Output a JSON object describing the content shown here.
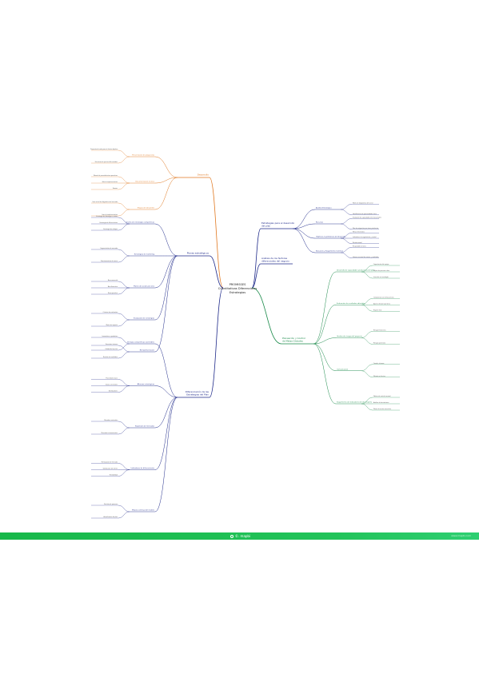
{
  "mindmap": {
    "center": {
      "lines": [
        "PROMISSES",
        "Cuantitativos Diferenciales",
        "Estrategias"
      ]
    },
    "branches": [
      {
        "id": "top-right-1",
        "side": "right",
        "color": "#1f2a8a",
        "label": [
          "Estrategias para el desarrollo",
          "del plan"
        ],
        "subs": [
          {
            "label": "Análisis Estratégico",
            "leaves": [
              {
                "label": "Matriz de diagnóstico del sector"
              },
              {
                "label": "Identificación de oportunidades clave"
              }
            ]
          },
          {
            "label": "Recursos",
            "leaves": [
              {
                "label": "Evaluación de capacidades internas actuales"
              },
              {
                "label": "Plan de asignación por áreas prioritarias"
              }
            ]
          },
          {
            "label": "Objetivos Cuantitativos de Desarrollo",
            "leaves": [
              {
                "label": "Metas trimestrales"
              },
              {
                "label": "Indicadores de seguimiento y control"
              },
              {
                "label": "Revisión anual"
              }
            ]
          },
          {
            "label": "Ejecución y Seguimiento Continuo",
            "leaves": [
              {
                "label": "Responsable de área"
              },
              {
                "label": "Informe mensual de avance y resultados"
              }
            ]
          }
        ]
      },
      {
        "id": "mid-right",
        "side": "right",
        "color": "#1f2a8a",
        "label": [
          "Análisis de los factores",
          "diferenciales del negocio"
        ],
        "subs": []
      },
      {
        "id": "green-right",
        "side": "right",
        "color": "#1a8a4a",
        "label": [
          "Planeación y Control",
          "de Metas Globales"
        ],
        "subs": [
          {
            "label": "Desarrollo de capacidades productivas del plan",
            "leaves": [
              {
                "label": "Capacitación del equipo"
              },
              {
                "label": "Mejora de procesos clave"
              },
              {
                "label": "Inversión en tecnología"
              }
            ]
          },
          {
            "label": "Evaluación de resultados obtenidos",
            "leaves": [
              {
                "label": "Comparativo con metas previas"
              },
              {
                "label": "Ajustes del plan operativo"
              },
              {
                "label": "Reporte final"
              }
            ]
          },
          {
            "label": "Gestión de riesgos del proyecto",
            "leaves": [
              {
                "label": "Riesgos financieros"
              },
              {
                "label": "Riesgos operativos"
              }
            ]
          },
          {
            "label": "Comunicación",
            "leaves": [
              {
                "label": "Canales internos"
              },
              {
                "label": "Difusión a clientes"
              }
            ]
          },
          {
            "label": "Seguimiento de indicadores del desempeño",
            "leaves": [
              {
                "label": "Tablero de control mensual"
              },
              {
                "label": "Análisis de desviaciones"
              },
              {
                "label": "Planes de acción correctiva"
              }
            ]
          }
        ]
      },
      {
        "id": "orange-left",
        "side": "left",
        "color": "#e07820",
        "label": [
          "Desarrollo"
        ],
        "subs": [
          {
            "label": "Presentación de propuestas",
            "leaves": [
              {
                "label": "Propuesta de valor para el cliente objetivo"
              },
              {
                "label": "Estructura de precios diferenciados"
              }
            ]
          },
          {
            "label": "Documentación técnica",
            "leaves": [
              {
                "label": "Manual de procedimientos operativos"
              },
              {
                "label": "Guía de implementación"
              },
              {
                "label": "Anexos"
              }
            ]
          },
          {
            "label": "Etapas del desarrollo",
            "leaves": [
              {
                "label": "Fase inicial de diagnóstico del mercado"
              },
              {
                "label": "Fase de implementación"
              }
            ]
          }
        ]
      },
      {
        "id": "navy-left",
        "side": "left",
        "color": "#1f2a8a",
        "label": [
          "Planes estratégicos"
        ],
        "subs": [
          {
            "label": "Diseño de estrategias competitivas",
            "leaves": [
              {
                "label": "Estrategia de liderazgo en costos"
              },
              {
                "label": "Estrategia de diferenciación"
              },
              {
                "label": "Estrategia de enfoque"
              }
            ]
          },
          {
            "label": "Estrategias de marketing",
            "leaves": [
              {
                "label": "Segmentación de mercado"
              },
              {
                "label": "Posicionamiento de marca"
              }
            ]
          },
          {
            "label": "Planes de acción por área",
            "leaves": [
              {
                "label": "Área comercial"
              },
              {
                "label": "Área financiera"
              },
              {
                "label": "Área operativa"
              }
            ]
          },
          {
            "label": "Evaluación de estrategias",
            "leaves": [
              {
                "label": "Criterios de evaluación"
              },
              {
                "label": "Matriz de impacto"
              }
            ]
          },
          {
            "label": "Retroalimentación",
            "leaves": [
              {
                "label": "Encuestas internas"
              },
              {
                "label": "Revisión de resultados"
              }
            ]
          }
        ]
      },
      {
        "id": "navy-left-2",
        "side": "left",
        "color": "#1f2a8a",
        "label": [
          "Diferenciación de las",
          "Estrategias del Plan"
        ],
        "subs": [
          {
            "label": "Ventajas competitivas sostenibles",
            "leaves": [
              {
                "label": "Innovación en productos"
              },
              {
                "label": "Calidad del servicio"
              }
            ]
          },
          {
            "label": "Alianzas estratégicas",
            "leaves": [
              {
                "label": "Proveedores clave"
              },
              {
                "label": "Socios comerciales"
              },
              {
                "label": "Distribuidores"
              }
            ]
          },
          {
            "label": "Expansión de mercados",
            "leaves": [
              {
                "label": "Mercados nacionales"
              },
              {
                "label": "Mercados internacionales"
              }
            ]
          },
          {
            "label": "Indicadores de diferenciación",
            "leaves": [
              {
                "label": "Participación de mercado"
              },
              {
                "label": "Satisfacción del cliente"
              },
              {
                "label": "Rentabilidad"
              }
            ]
          },
          {
            "label": "Mejora continua del modelo",
            "leaves": [
              {
                "label": "Revisión de procesos"
              },
              {
                "label": "Actualización del plan"
              }
            ]
          }
        ]
      }
    ]
  },
  "footer": {
    "brand": "©. mapbi",
    "right": "www.mapbi.com"
  },
  "colors": {
    "orange": "#e07820",
    "navy": "#1f2a8a",
    "green": "#1a8a4a",
    "footer": "#22c35a",
    "leaf_text": "#555555"
  }
}
